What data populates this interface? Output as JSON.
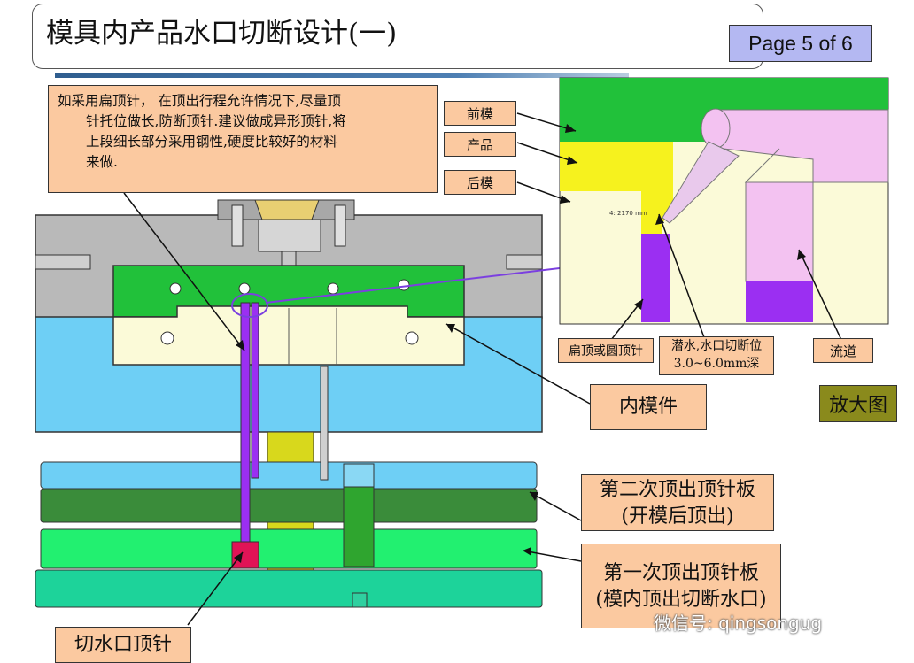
{
  "title": "模具内产品水口切断设计(一)",
  "page_indicator": "Page 5 of  6",
  "note": {
    "line1": "如采用扁顶针，  在顶出行程允许情况下,尽量顶",
    "line2": "针托位做长,防断顶针.建议做成异形顶针,将",
    "line3": "上段细长部分采用钢性,硬度比较好的材料",
    "line4": "来做."
  },
  "zoom_labels": {
    "front_mold": "前模",
    "product": "产品",
    "back_mold": "后模",
    "ejector_pin": "扁顶或圆顶针",
    "sub_gate_line1": "潜水,水口切断位",
    "sub_gate_line2": "3.0~6.0mm深",
    "runner": "流道",
    "dimension": "4: 2170 mm"
  },
  "zoom_button": "放大图",
  "insert_label": "内模件",
  "second_plate": {
    "line1": "第二次顶出顶针板",
    "line2": "(开模后顶出)"
  },
  "first_plate": {
    "line1": "第一次顶出顶针板",
    "line2": "(模内顶出切断水口)"
  },
  "gate_cut_pin": "切水口顶针",
  "watermark": "微信号: qingsongug",
  "colors": {
    "front_mold": "#21c13a",
    "product": "#f6f21e",
    "back_mold": "#fbfad8",
    "ejector_pin": "#9b2ff2",
    "runner": "#f3c2f1",
    "plate_blue": "#6ecff5",
    "callout_fill": "#fbc9a0"
  }
}
